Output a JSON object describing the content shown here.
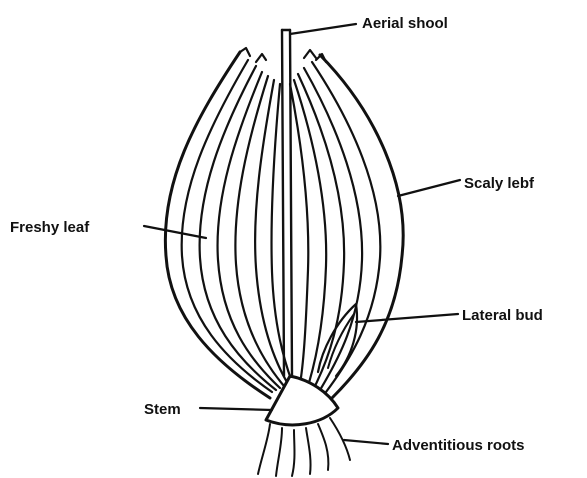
{
  "labels": {
    "aerial_shoot": "Aerial shool",
    "scaly_leaf": "Scaly lebf",
    "fleshy_leaf": "Freshy leaf",
    "lateral_bud": "Lateral bud",
    "stem": "Stem",
    "adventitious_roots": "Adventitious roots"
  },
  "colors": {
    "ink": "#111111",
    "background": "#ffffff"
  }
}
